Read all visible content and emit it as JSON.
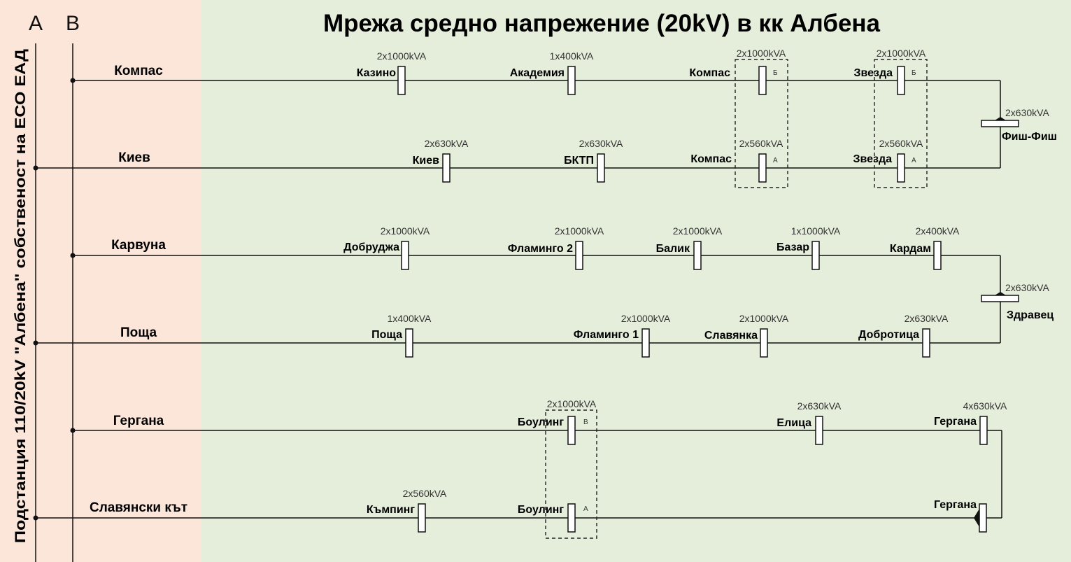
{
  "colors": {
    "left_panel": "#fbe6d9",
    "right_panel": "#e5eedb",
    "line": "#111111"
  },
  "title": "Мрежа средно напрежение (20kV) в кк Албена",
  "bus_labels": [
    "A",
    "B"
  ],
  "side_label": "Подстанция 110/20kV \"Албена\" собственост на ЕСО ЕАД",
  "feeders": [
    {
      "name": "Компас",
      "bus": "B",
      "stations": [
        {
          "name": "Казино",
          "capacity": "2x1000kVA"
        },
        {
          "name": "Академия",
          "capacity": "1x400kVA"
        },
        {
          "name": "Компас",
          "capacity": "2x1000kVA",
          "section": "Б"
        },
        {
          "name": "Звезда",
          "capacity": "2x1000kVA",
          "section": "Б"
        }
      ]
    },
    {
      "name": "Киев",
      "bus": "A",
      "stations": [
        {
          "name": "Киев",
          "capacity": "2x630kVA"
        },
        {
          "name": "БКТП",
          "capacity": "2x630kVA"
        },
        {
          "name": "Компас",
          "capacity": "2x560kVA",
          "section": "А"
        },
        {
          "name": "Звезда",
          "capacity": "2x560kVA",
          "section": "А"
        }
      ]
    },
    {
      "name": "Карвуна",
      "bus": "B",
      "stations": [
        {
          "name": "Добруджа",
          "capacity": "2x1000kVA"
        },
        {
          "name": "Фламинго 2",
          "capacity": "2x1000kVA"
        },
        {
          "name": "Балик",
          "capacity": "2x1000kVA"
        },
        {
          "name": "Базар",
          "capacity": "1x1000kVA"
        },
        {
          "name": "Кардам",
          "capacity": "2x400kVA"
        }
      ]
    },
    {
      "name": "Поща",
      "bus": "A",
      "stations": [
        {
          "name": "Поща",
          "capacity": "1x400kVA"
        },
        {
          "name": "Фламинго 1",
          "capacity": "2x1000kVA"
        },
        {
          "name": "Славянка",
          "capacity": "2x1000kVA"
        },
        {
          "name": "Добротица",
          "capacity": "2x630kVA"
        }
      ]
    },
    {
      "name": "Гергана",
      "bus": "B",
      "stations": [
        {
          "name": "Боулинг",
          "capacity": "2x1000kVA",
          "section": "В"
        },
        {
          "name": "Елица",
          "capacity": "2x630kVA"
        },
        {
          "name": "Гергана",
          "capacity": "4x630kVA"
        }
      ]
    },
    {
      "name": "Славянски кът",
      "bus": "A",
      "stations": [
        {
          "name": "Къмпинг",
          "capacity": "2x560kVA"
        },
        {
          "name": "Боулинг",
          "capacity": "",
          "section": "А"
        },
        {
          "name": "Гергана",
          "capacity": ""
        }
      ]
    }
  ],
  "ring_points": [
    {
      "name": "Фиш-Фиш",
      "capacity": "2x630kVA"
    },
    {
      "name": "Здравец",
      "capacity": "2x630kVA"
    }
  ]
}
